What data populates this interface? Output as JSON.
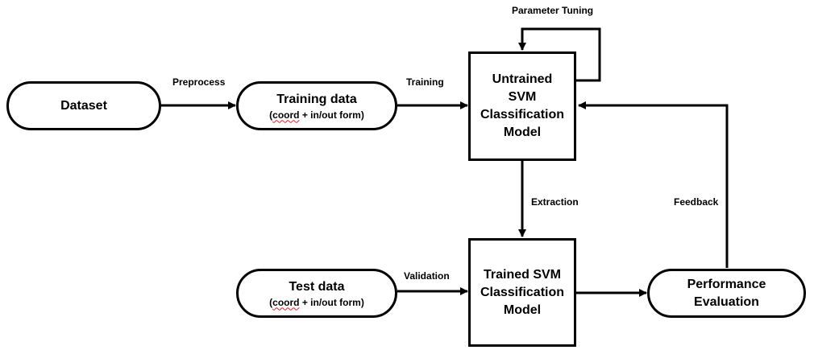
{
  "nodes": {
    "dataset": {
      "title": "Dataset"
    },
    "training_data": {
      "title": "Training data",
      "sub_prefix": "(",
      "sub_word": "coord",
      "sub_suffix": " + in/out form)"
    },
    "untrained": {
      "title": "Untrained SVM Classification Model"
    },
    "trained": {
      "title": "Trained SVM Classification Model"
    },
    "test_data": {
      "title": "Test data",
      "sub_prefix": "(",
      "sub_word": "coord",
      "sub_suffix": " + in/out form)"
    },
    "performance": {
      "title": "Performance Evaluation"
    }
  },
  "edges": {
    "preprocess": "Preprocess",
    "training": "Training",
    "parameter_tuning": "Parameter Tuning",
    "extraction": "Extraction",
    "validation": "Validation",
    "feedback": "Feedback"
  },
  "colors": {
    "stroke": "#000000",
    "background": "#ffffff",
    "spellcheck_underline": "#e02020"
  }
}
